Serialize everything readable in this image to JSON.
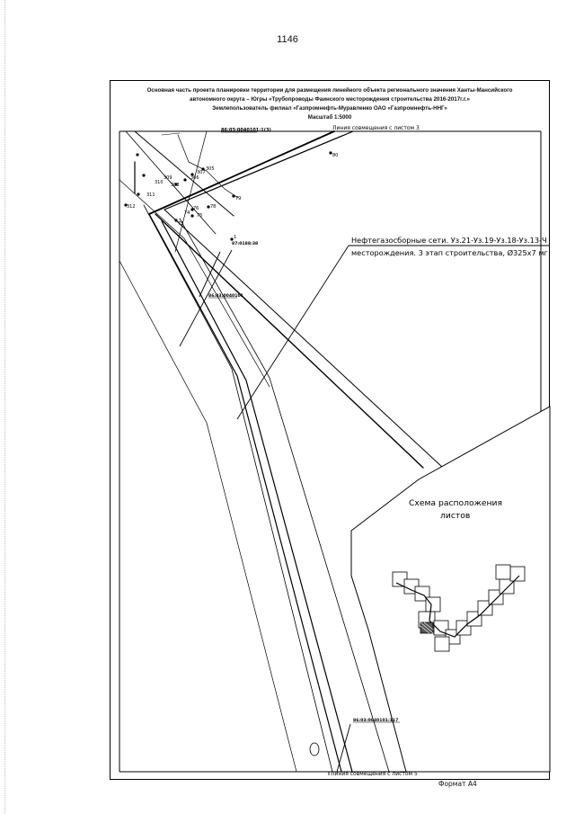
{
  "page": {
    "number": "1146"
  },
  "header": {
    "line1": "Основная часть проекта планировки территории для размещения линейного объекта регионального значения Ханты-Мансийского",
    "line2": "автономного округа – Югры «Трубопроводы Фаинского месторождения строительства 2016-2017г.г.»",
    "line3": "Землепользователь филиал «Газпромнефть-Муравленко ОАО «Газпромнефть-ННГ»",
    "line4": "Масштаб 1:5000"
  },
  "map": {
    "top_parcel_label": "86:03:0040101:1(3)",
    "top_match_line": "Линия совмещения с листом 3",
    "bottom_match_line": "Линия совмещения с листом 5",
    "pipeline_label_line1": "Нефтегазосборные сети. Уз.21-Уз.19-Уз.18-Уз.13-Ч",
    "pipeline_label_line2": "месторождения. 3 этап строительства, Ø325х7 мг",
    "parcel_label_mid": "86:03:0040101",
    "parcel_label_upper": "87:0188:38",
    "parcel_label_bottom": "86:03:0040101:117",
    "point_labels": [
      {
        "id": "pt-80",
        "text": "80"
      },
      {
        "id": "pt-305",
        "text": "305"
      },
      {
        "id": "pt-307",
        "text": "307"
      },
      {
        "id": "pt-309",
        "text": "309"
      },
      {
        "id": "pt-310",
        "text": "310"
      },
      {
        "id": "pt-308",
        "text": "308"
      },
      {
        "id": "pt-306",
        "text": "306"
      },
      {
        "id": "pt-311",
        "text": "311"
      },
      {
        "id": "pt-312",
        "text": "312"
      },
      {
        "id": "pt-79",
        "text": "79"
      },
      {
        "id": "pt-78",
        "text": "78"
      },
      {
        "id": "pt-76",
        "text": "76"
      },
      {
        "id": "pt-75",
        "text": "75"
      },
      {
        "id": "pt-74",
        "text": "74"
      },
      {
        "id": "pt-73",
        "text": "73"
      },
      {
        "id": "pt-1",
        "text": "1"
      }
    ]
  },
  "inset": {
    "title_line1": "Схема расположения",
    "title_line2": "листов"
  },
  "footer": {
    "format": "Формат А4"
  }
}
